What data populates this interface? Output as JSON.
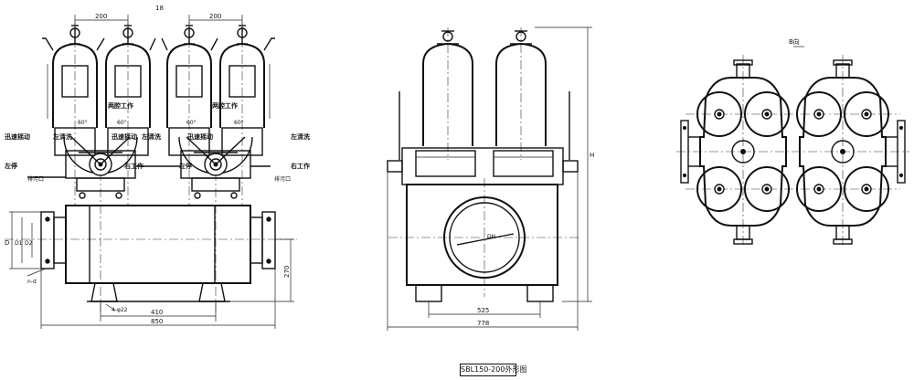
{
  "front_view": {
    "top_mark": "18",
    "dims": {
      "pitch_left": "200",
      "pitch_right": "200",
      "d_outer": "D",
      "d_1": "D1",
      "d_2": "D2",
      "bolt_holes": "n-d",
      "foot_holes": "4-φ22",
      "foot_span": "410",
      "overall_width": "850",
      "inlet_height": "270"
    },
    "labels": {
      "both_work_l": "两腔工作",
      "both_work_r": "两腔工作",
      "quick_l": "迅速摇动",
      "clean_left_l": "左清洗",
      "quick_r": "迅速摇动",
      "clean_left_r": "左清洗",
      "right_work_l": "右工作",
      "right_work_r": "右工作",
      "left_stop_l": "左停",
      "left_stop_r": "左停",
      "outlet_l": "排污口",
      "outlet_r": "排污口",
      "angle_1": "60°",
      "angle_2": "60°",
      "angle_3": "60°",
      "angle_4": "60°"
    }
  },
  "side_view": {
    "dims": {
      "height": "H",
      "foot_span": "525",
      "overall_width": "778",
      "bore": "DN"
    }
  },
  "top_view": {
    "label": "B向"
  },
  "caption": "SBL150-200外形图"
}
